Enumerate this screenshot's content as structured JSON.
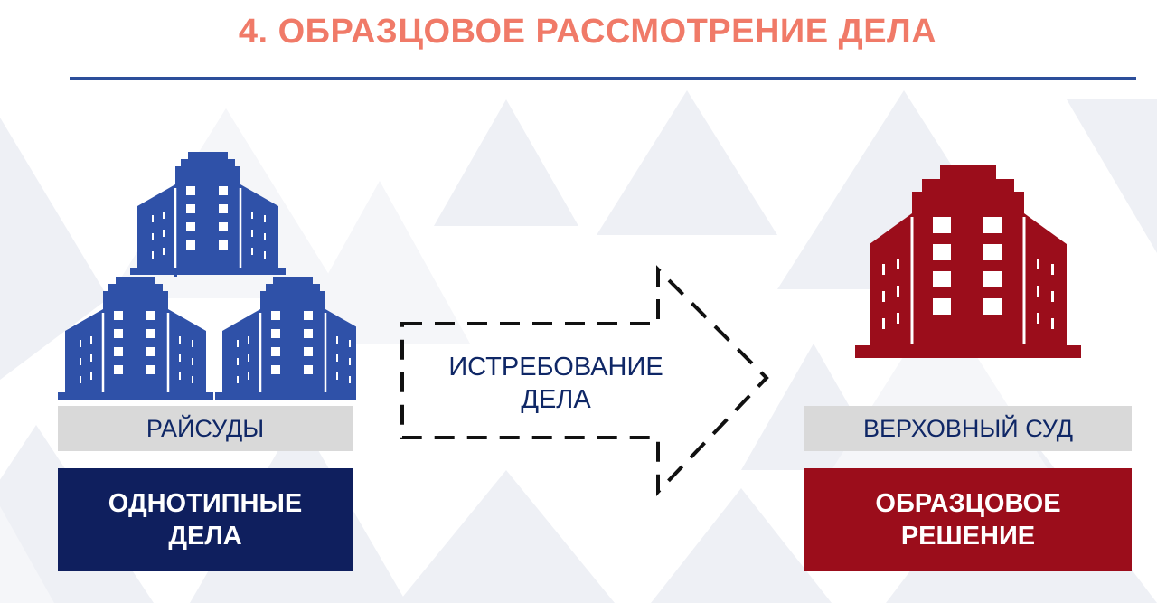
{
  "title": "4. ОБРАЗЦОВОЕ РАССМОТРЕНИЕ ДЕЛА",
  "left": {
    "label": "РАЙСУДЫ",
    "box_lines": [
      "ОДНОТИПНЫЕ",
      "ДЕЛА"
    ],
    "icon": "three-buildings-icon",
    "color": "#2f51a8"
  },
  "arrow": {
    "lines": [
      "ИСТРЕБОВАНИЕ",
      "ДЕЛА"
    ],
    "icon": "dashed-arrow-right-icon"
  },
  "right": {
    "label": "ВЕРХОВНЫЙ СУД",
    "box_lines": [
      "ОБРАЗЦОВОЕ",
      "РЕШЕНИЕ"
    ],
    "icon": "building-icon",
    "color": "#9b0d1b"
  }
}
